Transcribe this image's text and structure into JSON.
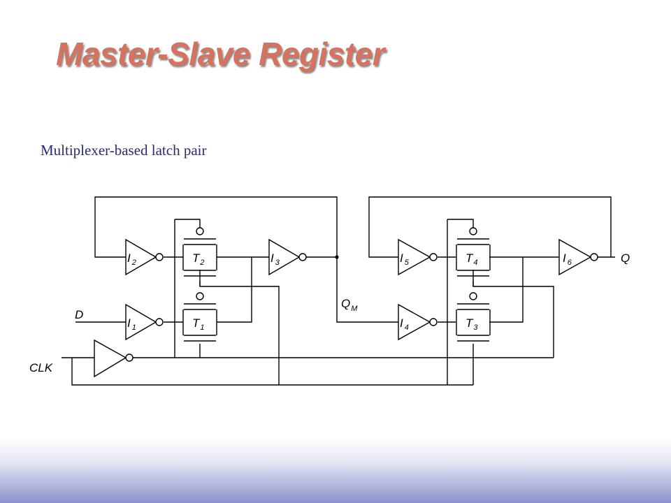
{
  "slide": {
    "title": "Master-Slave Register",
    "subtitle": "Multiplexer-based latch pair"
  },
  "labels": {
    "d": "D",
    "clk": "CLK",
    "q": "Q",
    "qm_main": "Q",
    "qm_sub": "M",
    "i1_main": "I",
    "i1_sub": "1",
    "i2_main": "I",
    "i2_sub": "2",
    "i3_main": "I",
    "i3_sub": "3",
    "i4_main": "I",
    "i4_sub": "4",
    "i5_main": "I",
    "i5_sub": "5",
    "i6_main": "I",
    "i6_sub": "6",
    "t1_main": "T",
    "t1_sub": "1",
    "t2_main": "T",
    "t2_sub": "2",
    "t3_main": "T",
    "t3_sub": "3",
    "t4_main": "T",
    "t4_sub": "4"
  },
  "colors": {
    "title": "#d7725e",
    "subtitle": "#2a2a6e",
    "footer_gradient": "#8c92cc"
  }
}
